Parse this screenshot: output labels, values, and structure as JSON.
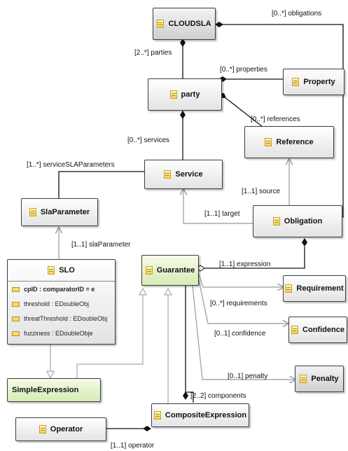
{
  "classes": {
    "cloudsla": "CLOUDSLA",
    "property": "Property",
    "party": "party",
    "reference": "Reference",
    "service": "Service",
    "sla_parameter": "SlaParameter",
    "obligation": "Obligation",
    "slo": "SLO",
    "guarantee": "Guarantee",
    "requirement": "Requirement",
    "confidence": "Confidence",
    "penalty": "Penalty",
    "simple_expression": "SimpleExpression",
    "composite_expression": "CompositeExpression",
    "operator": "Operator"
  },
  "slo_attributes": [
    "cpID : comparatorID = e",
    "threshold : EDoubleObj",
    "threatThreshold : EDoubleObj",
    "fuzziness : EDoubleObje"
  ],
  "associations": {
    "obligations": "[0..*] obligations",
    "parties": "[2..*] parties",
    "properties": "[0..*] properties",
    "references": "[0..*] references",
    "services": "[0..*] services",
    "service_sla_parameters": "[1..*] serviceSLAParameters",
    "source": "[1..1] source",
    "target": "[1..1] target",
    "sla_parameter": "[1..1] slaParameter",
    "expression": "[1..1] expression",
    "requirements": "[0..*] requirements",
    "confidence": "[0..1] confidence",
    "penalty": "[0..1] penalty",
    "components": "[2..2] components",
    "operator": "[1..1] operator"
  },
  "colors": {
    "line": "#111111",
    "generalization": "#a8a8a8",
    "class_fill": "#eeeeee",
    "highlight_fill": "#dff0c4",
    "icon": "#f0d25a"
  }
}
